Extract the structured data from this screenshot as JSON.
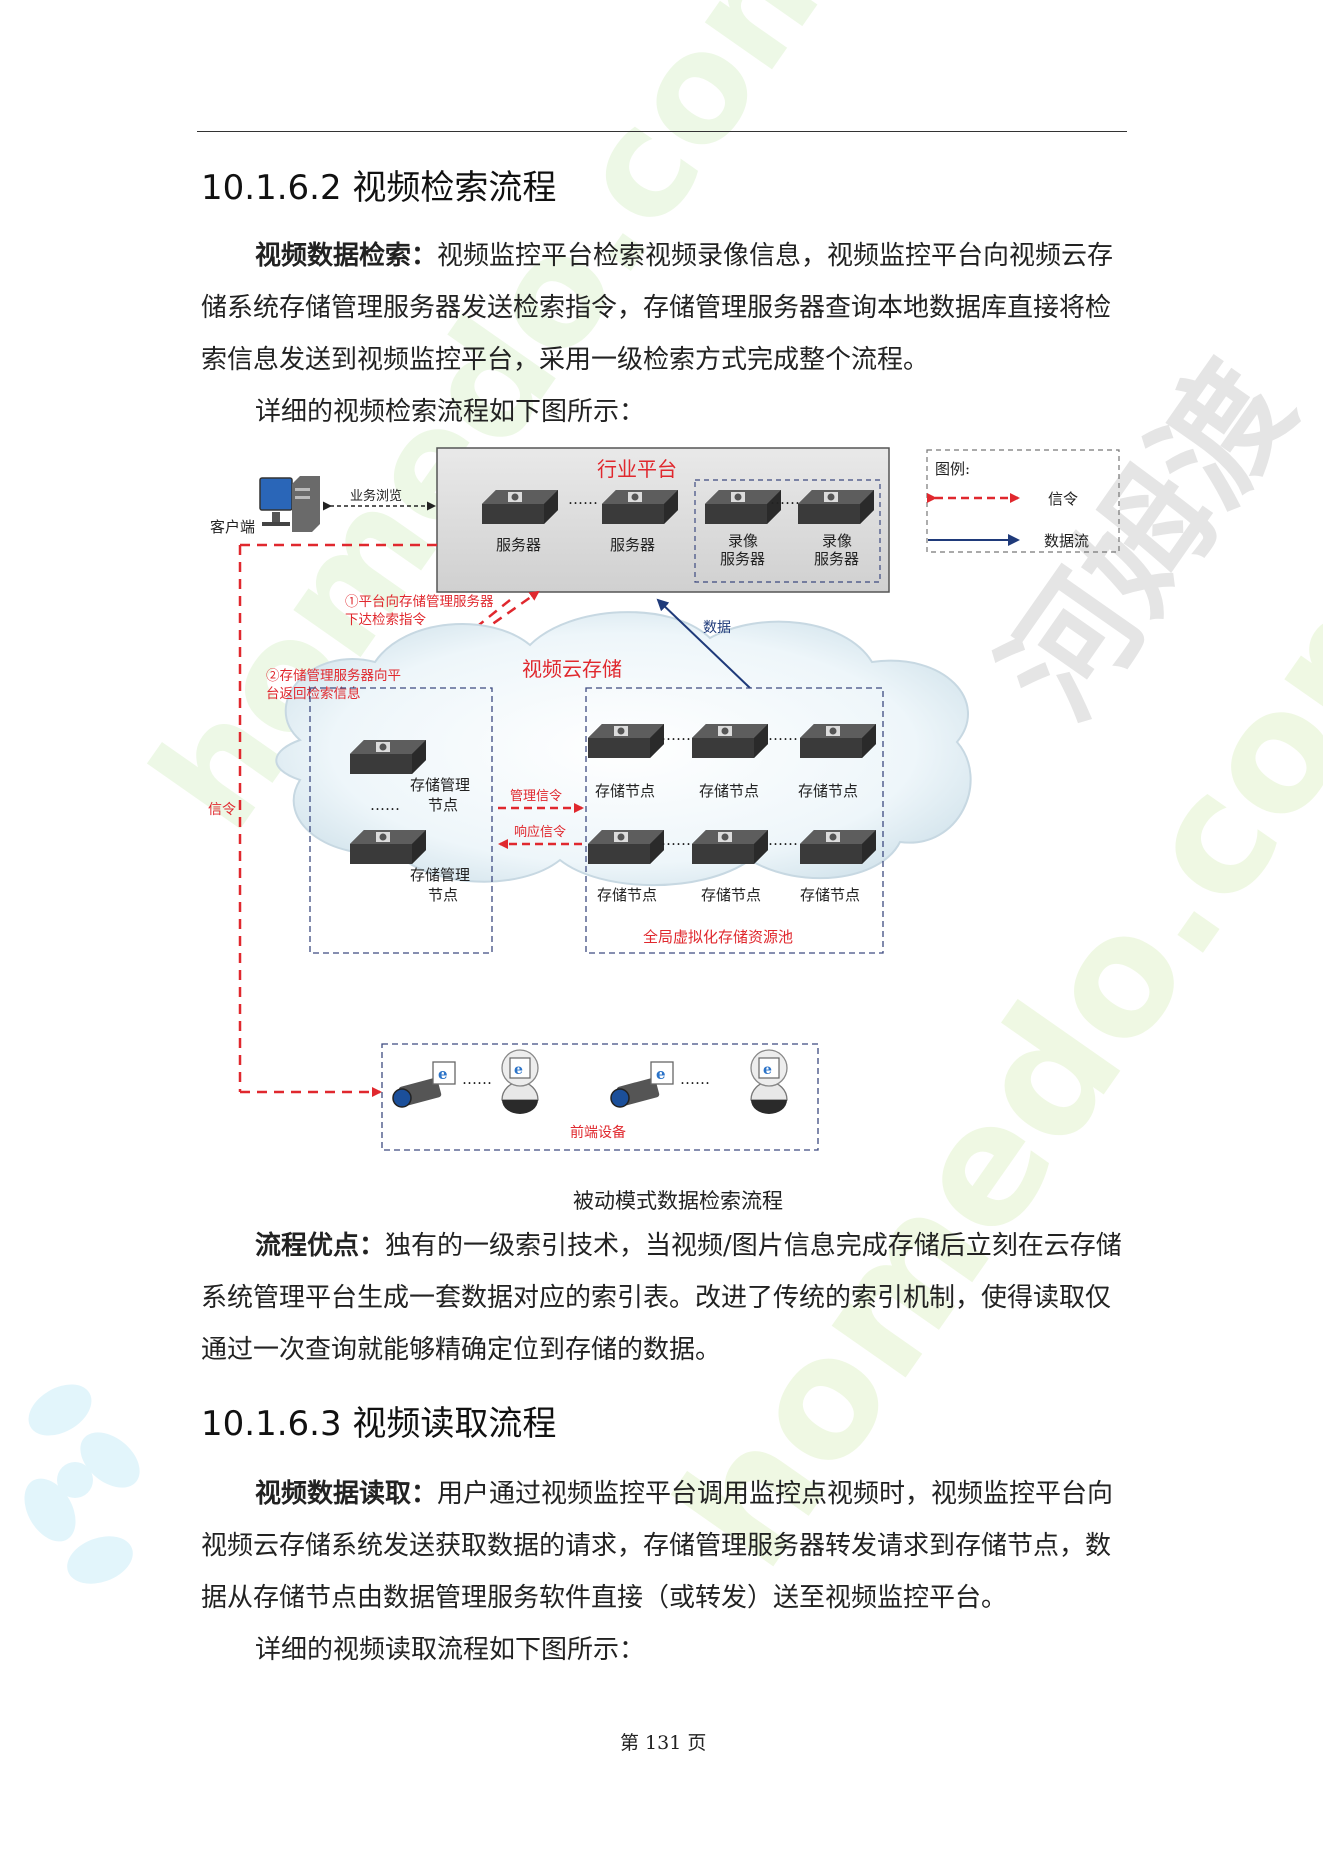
{
  "watermark": {
    "latin": "homedo.com",
    "cjk": "河姆渡"
  },
  "section1": {
    "heading": "10.1.6.2  视频检索流程",
    "para1_lead": "视频数据检索：",
    "para1_body": "视频监控平台检索视频录像信息，视频监控平台向视频云存储系统存储管理服务器发送检索指令，存储管理服务器查询本地数据库直接将检索信息发送到视频监控平台，采用一级检索方式完成整个流程。",
    "para2": "详细的视频检索流程如下图所示："
  },
  "diagram": {
    "industry_platform": "行业平台",
    "server": "服务器",
    "recording_server_line1": "录像",
    "recording_server_line2": "服务器",
    "ellipsis": "……",
    "client": "客户端",
    "business_browse": "业务浏览",
    "legend_title": "图例:",
    "legend_signal": "信令",
    "legend_dataflow": "数据流",
    "step1_line1": "①平台向存储管理服务器",
    "step1_line2": "下达检索指令",
    "step2_line1": "②存储管理服务器向平",
    "step2_line2": "台返回检索信息",
    "data_label": "数据",
    "cloud_storage": "视频云存储",
    "signal_left": "信令",
    "mgmt_node_line1": "存储管理",
    "mgmt_node_line2": "节点",
    "mgmt_signal": "管理信令",
    "response_signal": "响应信令",
    "storage_node": "存储节点",
    "pool": "全局虚拟化存储资源池",
    "front_end": "前端设备",
    "colors": {
      "signal": "#e0282e",
      "dataflow": "#1f3a7a",
      "box": "#3d4a80"
    }
  },
  "caption": "被动模式数据检索流程",
  "section1b": {
    "para_lead": "流程优点：",
    "para_body": "独有的一级索引技术，当视频/图片信息完成存储后立刻在云存储系统管理平台生成一套数据对应的索引表。改进了传统的索引机制，使得读取仅通过一次查询就能够精确定位到存储的数据。"
  },
  "section2": {
    "heading": "10.1.6.3  视频读取流程",
    "para1_lead": "视频数据读取：",
    "para1_body": "用户通过视频监控平台调用监控点视频时，视频监控平台向视频云存储系统发送获取数据的请求，存储管理服务器转发请求到存储节点，数据从存储节点由数据管理服务软件直接（或转发）送至视频监控平台。",
    "para2": "详细的视频读取流程如下图所示："
  },
  "footer": {
    "page_number": "第 131 页"
  }
}
